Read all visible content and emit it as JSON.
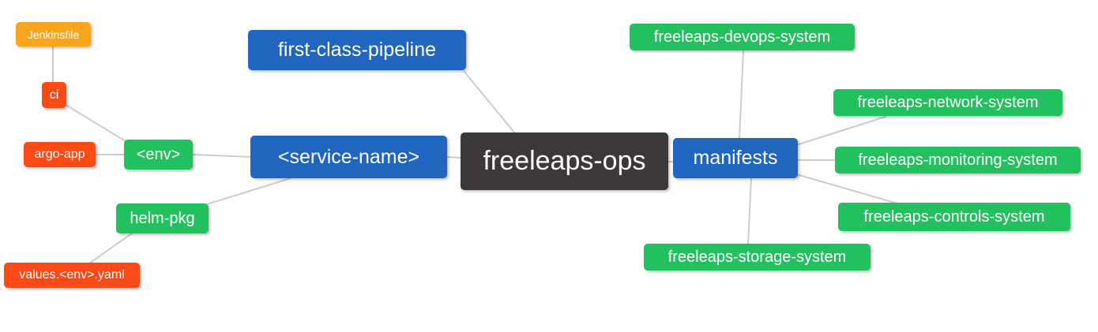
{
  "palette": {
    "root_node": "#3c3837",
    "branch_node": "#2065bf",
    "sub_node": "#23c05f",
    "detail_node": "#fb4a16",
    "file_node": "#f8a51e",
    "node_text": "#ffffff",
    "edge": "#cccccc",
    "background": "#ffffff"
  },
  "mindmap": {
    "root": "freeleaps-ops",
    "nodes": [
      {
        "id": "jenkinsfile",
        "label": "Jenkinsfile",
        "color": "orange"
      },
      {
        "id": "ci",
        "label": "ci",
        "color": "red"
      },
      {
        "id": "argo-app",
        "label": "argo-app",
        "color": "red"
      },
      {
        "id": "env",
        "label": "<env>",
        "color": "green"
      },
      {
        "id": "helm-pkg",
        "label": "helm-pkg",
        "color": "green"
      },
      {
        "id": "values-env-yaml",
        "label": "values.<env>.yaml",
        "color": "red"
      },
      {
        "id": "first-class-pipeline",
        "label": "first-class-pipeline",
        "color": "blue"
      },
      {
        "id": "service-name",
        "label": "<service-name>",
        "color": "blue"
      },
      {
        "id": "freeleaps-ops",
        "label": "freeleaps-ops",
        "color": "dark"
      },
      {
        "id": "manifests",
        "label": "manifests",
        "color": "blue"
      },
      {
        "id": "freeleaps-devops-system",
        "label": "freeleaps-devops-system",
        "color": "green"
      },
      {
        "id": "freeleaps-network-system",
        "label": "freeleaps-network-system",
        "color": "green"
      },
      {
        "id": "freeleaps-monitoring-system",
        "label": "freeleaps-monitoring-system",
        "color": "green"
      },
      {
        "id": "freeleaps-controls-system",
        "label": "freeleaps-controls-system",
        "color": "green"
      },
      {
        "id": "freeleaps-storage-system",
        "label": "freeleaps-storage-system",
        "color": "green"
      }
    ],
    "edges": [
      [
        "ci",
        "jenkinsfile"
      ],
      [
        "env",
        "ci"
      ],
      [
        "env",
        "argo-app"
      ],
      [
        "service-name",
        "env"
      ],
      [
        "service-name",
        "helm-pkg"
      ],
      [
        "helm-pkg",
        "values-env-yaml"
      ],
      [
        "freeleaps-ops",
        "first-class-pipeline"
      ],
      [
        "freeleaps-ops",
        "service-name"
      ],
      [
        "freeleaps-ops",
        "manifests"
      ],
      [
        "manifests",
        "freeleaps-devops-system"
      ],
      [
        "manifests",
        "freeleaps-network-system"
      ],
      [
        "manifests",
        "freeleaps-monitoring-system"
      ],
      [
        "manifests",
        "freeleaps-controls-system"
      ],
      [
        "manifests",
        "freeleaps-storage-system"
      ]
    ]
  }
}
